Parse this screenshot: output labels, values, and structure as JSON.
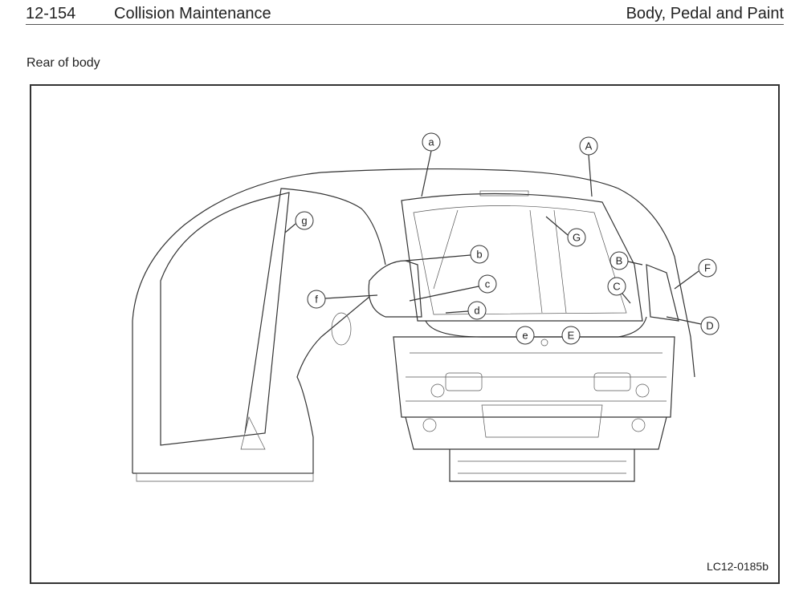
{
  "header": {
    "page_number": "12-154",
    "section": "Collision Maintenance",
    "chapter": "Body, Pedal and Paint"
  },
  "subtitle": "Rear of body",
  "figure": {
    "code": "LC12-0185b",
    "callouts": [
      "a",
      "A",
      "g",
      "G",
      "b",
      "B",
      "F",
      "c",
      "C",
      "f",
      "d",
      "D",
      "e",
      "E"
    ]
  }
}
